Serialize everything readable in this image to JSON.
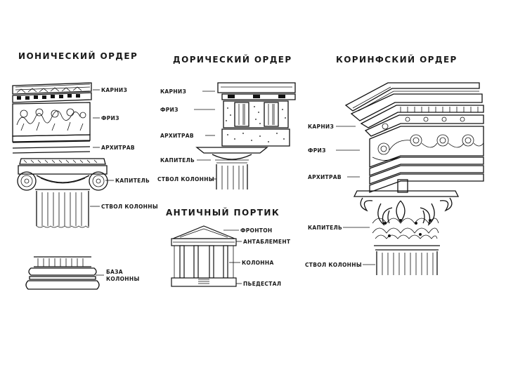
{
  "ionic": {
    "title": "ИОНИЧЕСКИЙ ОРДЕР",
    "labels": {
      "cornice": "КАРНИЗ",
      "frieze": "ФРИЗ",
      "architrave": "АРХИТРАВ",
      "capital": "КАПИТЕЛЬ",
      "shaft": "СТВОЛ КОЛОННЫ",
      "base_line1": "БАЗА",
      "base_line2": "КОЛОННЫ"
    }
  },
  "doric": {
    "title": "ДОРИЧЕСКИЙ ОРДЕР",
    "labels": {
      "cornice": "КАРНИЗ",
      "frieze": "ФРИЗ",
      "architrave": "АРХИТРАВ",
      "capital": "КАПИТЕЛЬ",
      "shaft": "СТВОЛ КОЛОННЫ"
    }
  },
  "portico": {
    "title": "АНТИЧНЫЙ ПОРТИК",
    "labels": {
      "pediment": "ФРОНТОН",
      "entablature": "АНТАБЛЕМЕНТ",
      "column": "КОЛОННА",
      "pedestal": "ПЬЕДЕСТАЛ"
    }
  },
  "corinthian": {
    "title": "КОРИНФСКИЙ ОРДЕР",
    "labels": {
      "cornice": "КАРНИЗ",
      "frieze": "ФРИЗ",
      "architrave": "АРХИТРАВ",
      "capital": "КАПИТЕЛЬ",
      "shaft": "СТВОЛ КОЛОННЫ"
    }
  },
  "colors": {
    "ink": "#111111",
    "background": "#ffffff"
  }
}
